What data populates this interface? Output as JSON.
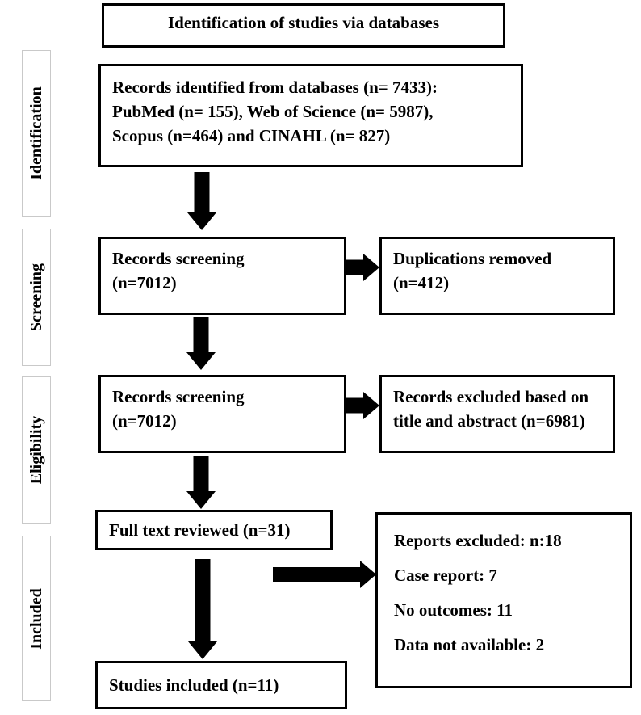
{
  "diagram": {
    "title": "Identification of studies via databases",
    "type": "prisma-flow-diagram"
  },
  "stages": [
    {
      "id": "identification",
      "label": "Identification"
    },
    {
      "id": "screening",
      "label": "Screening"
    },
    {
      "id": "eligibility",
      "label": "Eligibility"
    },
    {
      "id": "included",
      "label": "Included"
    }
  ],
  "boxes": {
    "header": {
      "title": "Identification of studies via databases"
    },
    "records_identified": {
      "line1": "Records identified from databases (n= 7433):",
      "line2": "PubMed (n= 155), Web of Science (n= 5987),",
      "line3": "Scopus (n=464) and CINAHL (n= 827)"
    },
    "records_screening_1": {
      "line1": "Records screening",
      "line2": "(n=7012)"
    },
    "duplications_removed": {
      "line1": "Duplications removed",
      "line2": "(n=412)"
    },
    "records_screening_2": {
      "line1": "Records screening",
      "line2": "(n=7012)"
    },
    "records_excluded": {
      "line1": "Records excluded based on",
      "line2": "title and abstract (n=6981)"
    },
    "full_text_reviewed": {
      "line1": "Full text reviewed (n=31)"
    },
    "reports_excluded": {
      "line1": "Reports excluded: n:18",
      "line2": "Case report: 7",
      "line3": "No outcomes: 11",
      "line4": "Data not available: 2"
    },
    "studies_included": {
      "line1": "Studies included (n=11)"
    }
  },
  "chart_data": {
    "type": "diagram",
    "title": "Identification of studies via databases",
    "nodes": [
      {
        "id": "records_identified",
        "stage": "Identification",
        "label": "Records identified from databases",
        "n": 7433,
        "sources": [
          {
            "name": "PubMed",
            "n": 155
          },
          {
            "name": "Web of Science",
            "n": 5987
          },
          {
            "name": "Scopus",
            "n": 464
          },
          {
            "name": "CINAHL",
            "n": 827
          }
        ]
      },
      {
        "id": "records_screening_1",
        "stage": "Screening",
        "label": "Records screening",
        "n": 7012
      },
      {
        "id": "duplications_removed",
        "stage": "Screening",
        "label": "Duplications removed",
        "n": 412
      },
      {
        "id": "records_screening_2",
        "stage": "Eligibility",
        "label": "Records screening",
        "n": 7012
      },
      {
        "id": "records_excluded",
        "stage": "Eligibility",
        "label": "Records excluded based on title and abstract",
        "n": 6981
      },
      {
        "id": "full_text_reviewed",
        "stage": "Eligibility",
        "label": "Full text reviewed",
        "n": 31
      },
      {
        "id": "reports_excluded",
        "stage": "Included",
        "label": "Reports excluded",
        "n": 18,
        "reasons": [
          {
            "name": "Case report",
            "n": 7
          },
          {
            "name": "No outcomes",
            "n": 11
          },
          {
            "name": "Data not available",
            "n": 2
          }
        ]
      },
      {
        "id": "studies_included",
        "stage": "Included",
        "label": "Studies included",
        "n": 11
      }
    ],
    "edges": [
      {
        "from": "records_identified",
        "to": "records_screening_1",
        "direction": "down"
      },
      {
        "from": "records_screening_1",
        "to": "duplications_removed",
        "direction": "right"
      },
      {
        "from": "records_screening_1",
        "to": "records_screening_2",
        "direction": "down"
      },
      {
        "from": "records_screening_2",
        "to": "records_excluded",
        "direction": "right"
      },
      {
        "from": "records_screening_2",
        "to": "full_text_reviewed",
        "direction": "down"
      },
      {
        "from": "full_text_reviewed",
        "to": "reports_excluded",
        "direction": "right"
      },
      {
        "from": "full_text_reviewed",
        "to": "studies_included",
        "direction": "down"
      }
    ]
  },
  "colors": {
    "box_border": "#000000",
    "arrow": "#000000",
    "stage_border": "#c9c9c9",
    "background": "#ffffff",
    "text": "#000000"
  }
}
